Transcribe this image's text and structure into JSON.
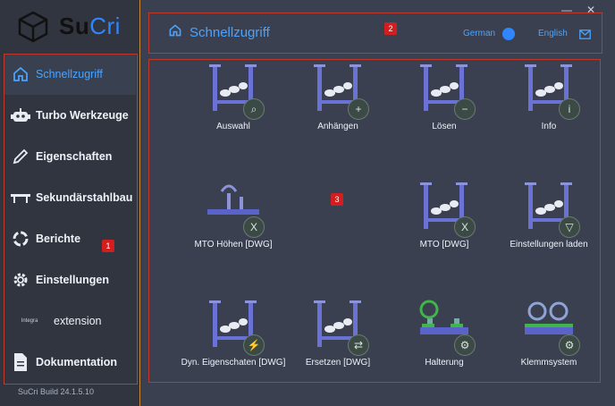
{
  "brand": {
    "su": "Su",
    "cri": "Cri"
  },
  "sidebar": {
    "items": [
      {
        "label": "Schnellzugriff"
      },
      {
        "label": "Turbo Werkzeuge"
      },
      {
        "label": "Eigenschaften"
      },
      {
        "label": "Sekundärstahlbau"
      },
      {
        "label": "Berichte"
      },
      {
        "label": "Einstellungen"
      },
      {
        "label": "extension",
        "logo_text": "Integra"
      },
      {
        "label": "Dokumentation"
      }
    ],
    "build": "SuCri Build 24.1.5.10"
  },
  "header": {
    "title": "Schnellzugriff",
    "lang_german": "German",
    "lang_english": "English"
  },
  "badges": [
    "1",
    "2",
    "3"
  ],
  "tiles": [
    {
      "caption": "Auswahl",
      "icon": "search-icon",
      "sub": "⌕"
    },
    {
      "caption": "Anhängen",
      "icon": "plus-icon",
      "sub": "+"
    },
    {
      "caption": "Lösen",
      "icon": "minus-icon",
      "sub": "−"
    },
    {
      "caption": "Info",
      "icon": "info-icon",
      "sub": "i"
    },
    {
      "caption": "MTO Höhen [DWG]",
      "icon": "excel-icon",
      "sub": "X"
    },
    {
      "caption": "MTO [DWG]",
      "icon": "excel-icon",
      "sub": "X"
    },
    {
      "caption": "Einstellungen laden",
      "icon": "filter-icon",
      "sub": "▽"
    },
    {
      "caption": "Dyn. Eigenschaten [DWG]",
      "icon": "lightning-icon",
      "sub": "⚡"
    },
    {
      "caption": "Ersetzen [DWG]",
      "icon": "swap-icon",
      "sub": "⇄"
    },
    {
      "caption": "Halterung",
      "icon": "gear-icon",
      "sub": "⚙"
    },
    {
      "caption": "Klemmsystem",
      "icon": "gear-icon",
      "sub": "⚙"
    }
  ],
  "colors": {
    "accent": "#2f86ff",
    "sidebar": "#30353f",
    "content": "#3a4050",
    "badge": "#d21e1e"
  }
}
